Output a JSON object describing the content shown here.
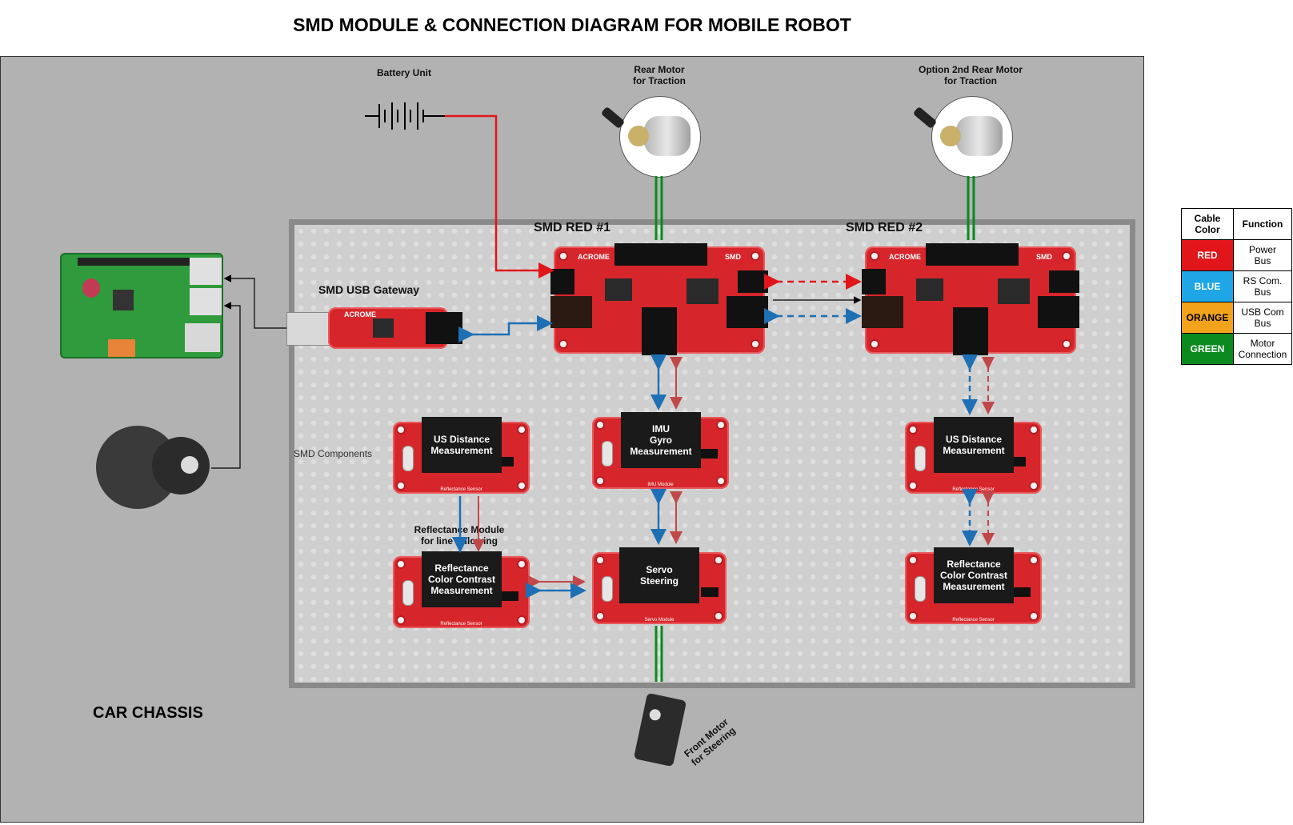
{
  "title": "SMD MODULE & CONNECTION DIAGRAM FOR MOBILE ROBOT",
  "chassis_label": "CAR CHASSIS",
  "components_label": "SMD Components",
  "battery_label": "Battery Unit",
  "rear_motor_label": "Rear Motor\nfor Traction",
  "rear_motor2_label": "Option 2nd Rear Motor\nfor Traction",
  "front_motor_label": "Front Motor\nfor Steering",
  "usb_gateway_label": "SMD USB Gateway",
  "reflectance_note": "Reflectance Module\nfor line following",
  "smd1_label": "SMD RED #1",
  "smd2_label": "SMD RED #2",
  "modules": {
    "us_left": "US Distance\nMeasurement",
    "imu": "IMU\nGyro\nMeasurement",
    "us_right": "US Distance\nMeasurement",
    "refl_left": "Reflectance\nColor Contrast\nMeasurement",
    "servo": "Servo\nSteering",
    "refl_right": "Reflectance\nColor Contrast\nMeasurement"
  },
  "legend": {
    "header_color": "Cable\nColor",
    "header_function": "Function",
    "rows": [
      {
        "color": "RED",
        "function": "Power\nBus",
        "hex": "#e0161b",
        "text": "#ffffff"
      },
      {
        "color": "BLUE",
        "function": "RS Com.\nBus",
        "hex": "#1ea6e6",
        "text": "#ffffff"
      },
      {
        "color": "ORANGE",
        "function": "USB Com\nBus",
        "hex": "#f2a31b",
        "text": "#000000"
      },
      {
        "color": "GREEN",
        "function": "Motor\nConnection",
        "hex": "#0a8a1e",
        "text": "#ffffff"
      }
    ]
  }
}
